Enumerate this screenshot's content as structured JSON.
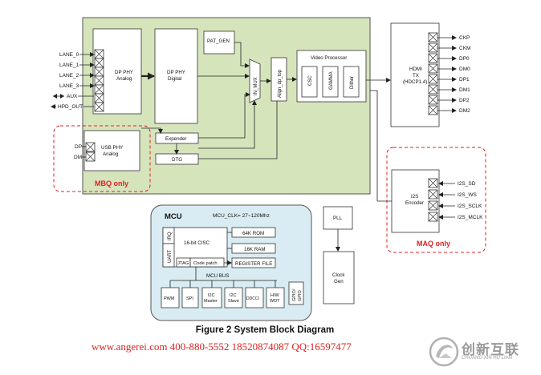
{
  "labels": {
    "lane0": "LANE_0",
    "lane1": "LANE_1",
    "lane2": "LANE_2",
    "lane3": "LANE_3",
    "aux": "AUX",
    "hpd_out": "HPD_OUT",
    "dp": "DP",
    "dm": "DM",
    "dp_phy_analog_1": "DP PHY",
    "dp_phy_analog_2": "Analog",
    "dp_phy_digital_1": "DP PHY",
    "dp_phy_digital_2": "Digital",
    "usb_phy_1": "USB PHY",
    "usb_phy_2": "Analog",
    "mbq_only": "MBQ only",
    "pat_gen": "PAT_GEN",
    "in_mux": "IN_MUX",
    "align_dp_top": "Align_dp_top",
    "video_processor": "Video Processor",
    "csc": "CSC",
    "gamma": "GAMMA",
    "dither": "Dither",
    "expender": "Expender",
    "dtg": "DTG",
    "hdmi_1": "HDMI",
    "hdmi_2": "TX",
    "hdmi_3": "(HDCP1.4)",
    "ckp": "CKP",
    "ckm": "CKM",
    "dp0": "DP0",
    "dm0": "DM0",
    "dp1": "DP1",
    "dm1": "DM1",
    "dp2": "DP2",
    "dm2": "DM2",
    "i2s_1": "I2S",
    "i2s_2": "Encoder",
    "i2s_sd": "I2S_SD",
    "i2s_ws": "I2S_WS",
    "i2s_sclk": "I2S_SCLK",
    "i2s_mclk": "I2S_MCLK",
    "maq_only": "MAQ only",
    "mcu": "MCU",
    "mcu_clk": "MCU_CLK= 27~120Mhz",
    "irq": "IRQ",
    "uart": "UART",
    "cisc": "16-bit CISC",
    "jtag": "JTAG",
    "code_patch": "Code patch",
    "rom": "64K ROM",
    "ram": "16K RAM",
    "register_file": "REGISTER FILE",
    "mcu_bus": "MCU BUS",
    "pwm": "PWM",
    "spi": "SPI",
    "i2c_master_1": "I2C",
    "i2c_master_2": "Master",
    "i2c_slave_1": "I2C",
    "i2c_slave_2": "Slave",
    "ddcci": "DDCCI",
    "hw_wdt_1": "H/W",
    "hw_wdt_2": "WDT",
    "gpio": "GPIO/",
    "gpio_2": "GPIO",
    "pll": "PLL",
    "clock_gen_1": "Clock",
    "clock_gen_2": "Gen"
  },
  "caption": "Figure 2 System Block Diagram",
  "watermark": "www.angerei.com 400-880-5552 18520874087 QQ:16597477",
  "logo": {
    "name": "创新互联",
    "sub": "CHUANG XIN HU LIAN"
  },
  "colors": {
    "main_bg": "#d6e4bc",
    "mcu_bg": "#d9ecf3",
    "accent_red": "#e02020",
    "border": "#3a3a3a"
  }
}
